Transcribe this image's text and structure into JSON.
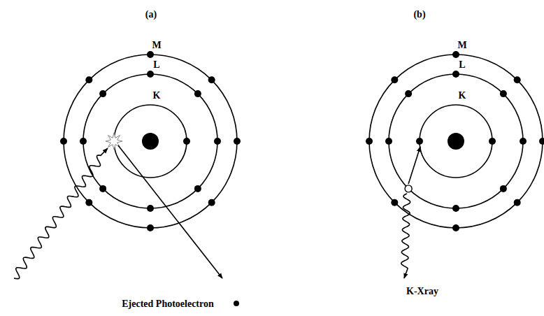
{
  "diagram": {
    "labels": [
      "(a)",
      "M",
      "L",
      "K",
      "Ejected Photoelectron",
      "(b)",
      "M",
      "L",
      "K",
      "K-Xray"
    ]
  }
}
